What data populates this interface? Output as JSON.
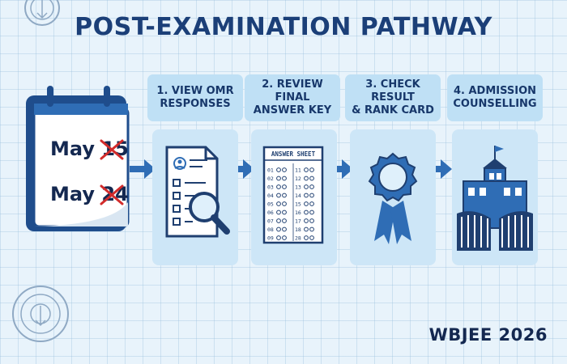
{
  "title": "POST-EXAMINATION PATHWAY",
  "calendar": {
    "line1": {
      "prefix": "May ",
      "struck": "15"
    },
    "line2": {
      "prefix": "May ",
      "struck": "24"
    }
  },
  "steps": [
    {
      "line1": "1. VIEW OMR",
      "line2": "RESPONSES",
      "icon": "omr-magnifier-icon"
    },
    {
      "line1": "2. REVIEW FINAL",
      "line2": "ANSWER KEY",
      "icon": "answer-sheet-icon"
    },
    {
      "line1": "3. CHECK RESULT",
      "line2": "& RANK CARD",
      "icon": "rank-badge-icon"
    },
    {
      "line1": "4. ADMISSION",
      "line2": "COUNSELLING",
      "icon": "college-building-icon"
    }
  ],
  "answer_sheet": {
    "heading": "ANSWER SHEET",
    "col1": [
      "01",
      "02",
      "03",
      "04",
      "05",
      "06",
      "07",
      "08",
      "09"
    ],
    "col2": [
      "11",
      "12",
      "13",
      "14",
      "15",
      "16",
      "17",
      "18",
      "28"
    ]
  },
  "footer": "WBJEE 2026",
  "colors": {
    "navy": "#1b3f78",
    "accent": "#2f6db5",
    "red": "#d22b2b",
    "label_bg": "#bfe0f5",
    "card_bg": "#cde6f7"
  }
}
